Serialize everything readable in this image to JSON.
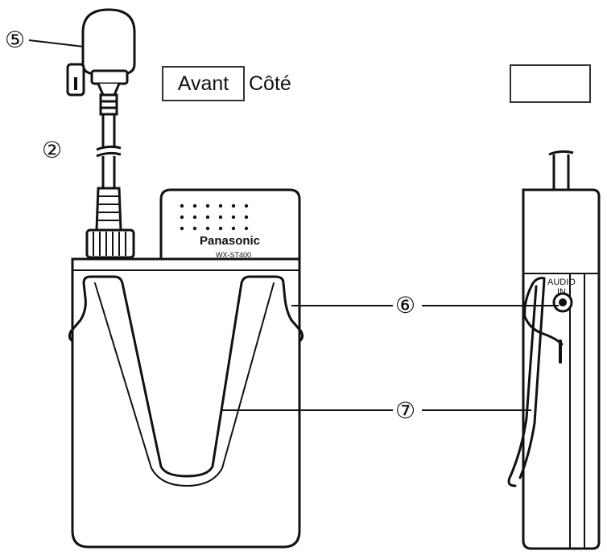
{
  "labels": {
    "front": "Avant",
    "side": "Côté"
  },
  "callouts": {
    "c5": "⑤",
    "c2": "②",
    "c6": "⑥",
    "c7": "⑦"
  },
  "device": {
    "brand": "Panasonic",
    "model": "WX-ST400",
    "jack_line1": "AUDIO",
    "jack_line2": "IN"
  },
  "colors": {
    "ink": "#111111",
    "paper": "#ffffff"
  }
}
